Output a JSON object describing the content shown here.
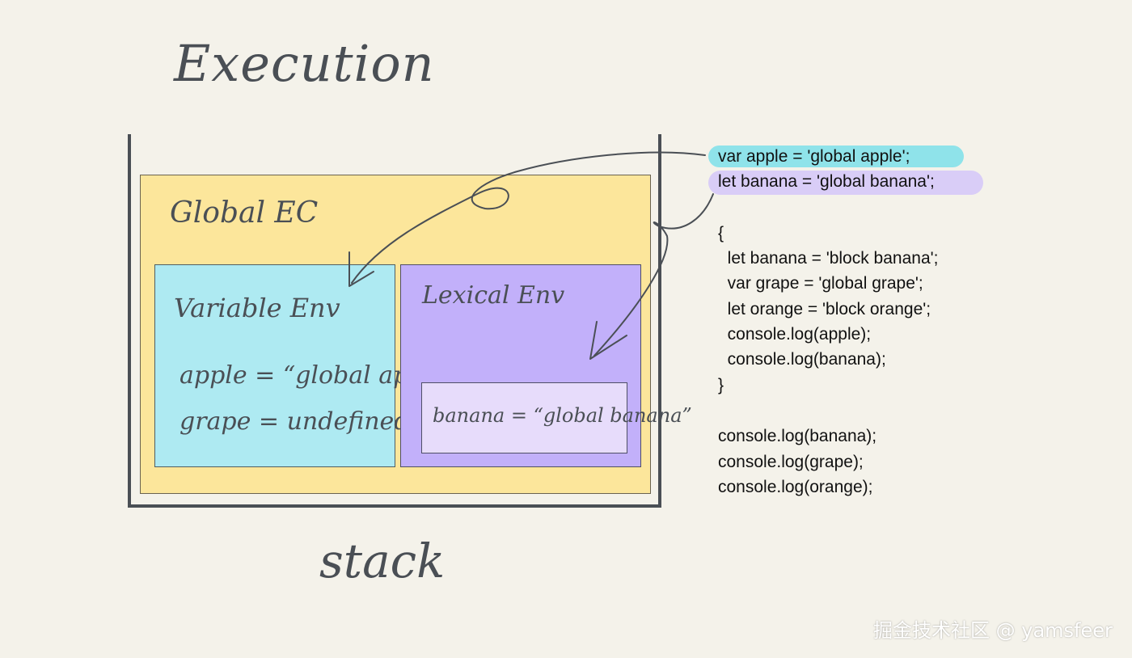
{
  "title": "Execution",
  "stack_label": "stack",
  "global_ec": {
    "label": "Global EC",
    "variable_env": {
      "label": "Variable Env",
      "entries": [
        "apple = “global apple”",
        "grape = undefined"
      ]
    },
    "lexical_env": {
      "label": "Lexical Env",
      "entry": "banana = “global banana”"
    }
  },
  "code": [
    "var apple = 'global apple';",
    "let banana = 'global banana';",
    "{",
    "  let banana = 'block banana';",
    "  var grape = 'global grape';",
    "  let orange = 'block orange';",
    "  console.log(apple);",
    "  console.log(banana);",
    "}",
    "console.log(banana);",
    "console.log(grape);",
    "console.log(orange);"
  ],
  "colors": {
    "global_ec": "#fce69b",
    "variable_env": "#aeeaf2",
    "lexical_env": "#c2b0fa",
    "highlight_var": "#8fe3ea",
    "highlight_let": "#d9cdf7"
  },
  "watermark": "掘金技术社区 @ yamsfeer"
}
